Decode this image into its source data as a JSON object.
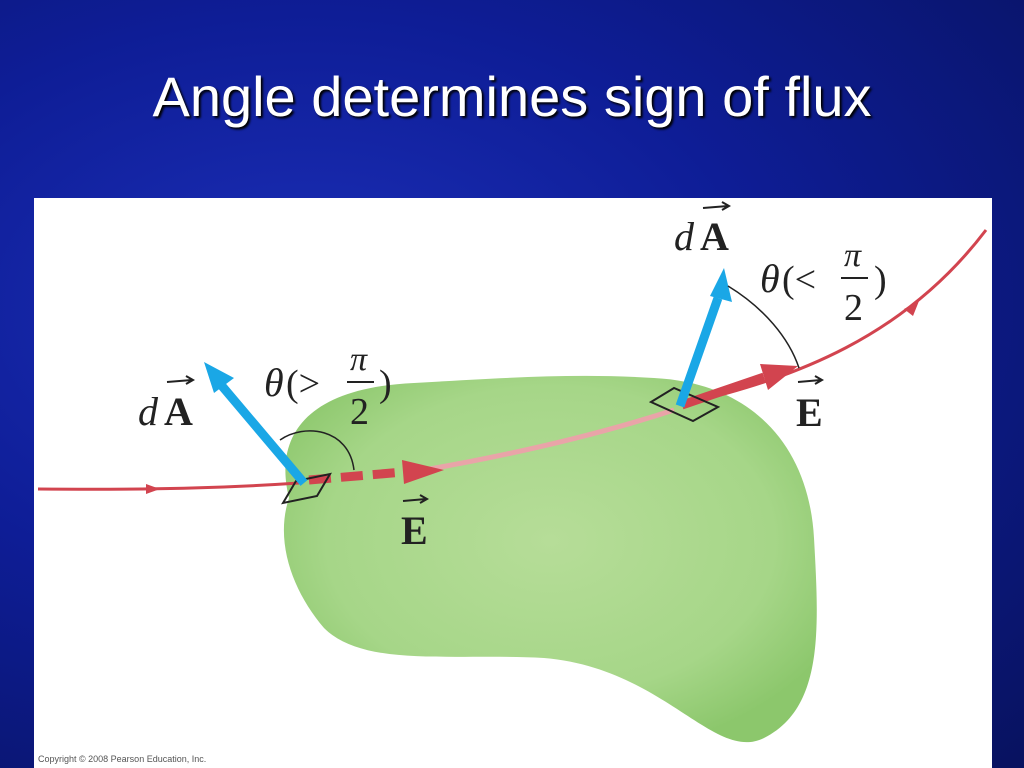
{
  "slide": {
    "title": "Angle determines sign of flux"
  },
  "figure": {
    "left_vector": {
      "area_label_d": "d",
      "area_label_A": "A",
      "angle_symbol": "θ",
      "angle_relation": "(>",
      "angle_numerator": "π",
      "angle_denominator": "2",
      "angle_close": ")",
      "field_label": "E"
    },
    "right_vector": {
      "area_label_d": "d",
      "area_label_A": "A",
      "angle_symbol": "θ",
      "angle_relation": "(<",
      "angle_numerator": "π",
      "angle_denominator": "2",
      "angle_close": ")",
      "field_label": "E"
    },
    "colors": {
      "surface": "#a9d88b",
      "field_line": "#d2444f",
      "area_vector": "#1aa7e6"
    },
    "copyright": "Copyright © 2008 Pearson Education, Inc."
  }
}
